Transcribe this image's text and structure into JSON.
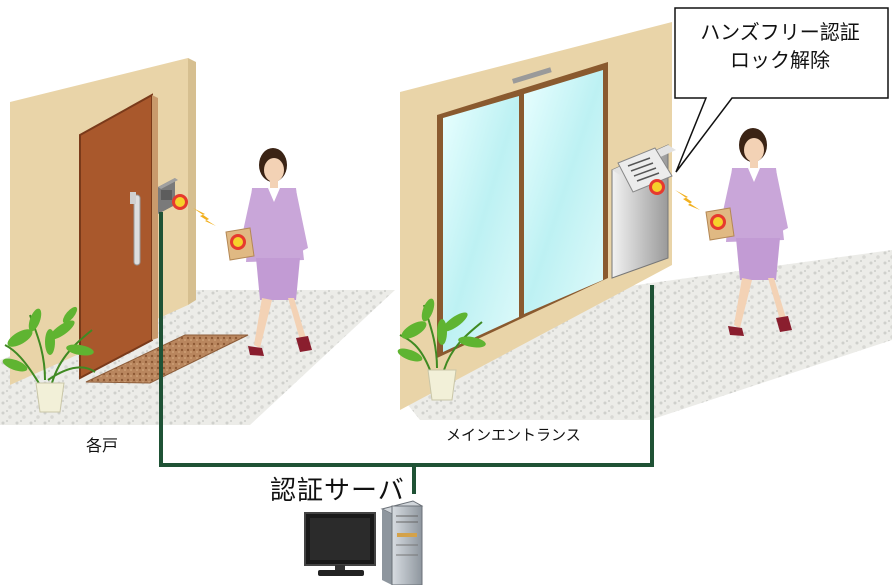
{
  "labels": {
    "individual_door": "各戸",
    "main_entrance": "メインエントランス",
    "auth_server": "認証サーバ"
  },
  "callout": {
    "line1": "ハンズフリー認証",
    "line2": "ロック解除"
  },
  "colors": {
    "wall": "#e8d3a6",
    "door": "#a9582c",
    "glass": "#c9f3f3",
    "network_line": "#1f5235",
    "suit": "#c9a6d9",
    "signal": "#f2b01e"
  }
}
